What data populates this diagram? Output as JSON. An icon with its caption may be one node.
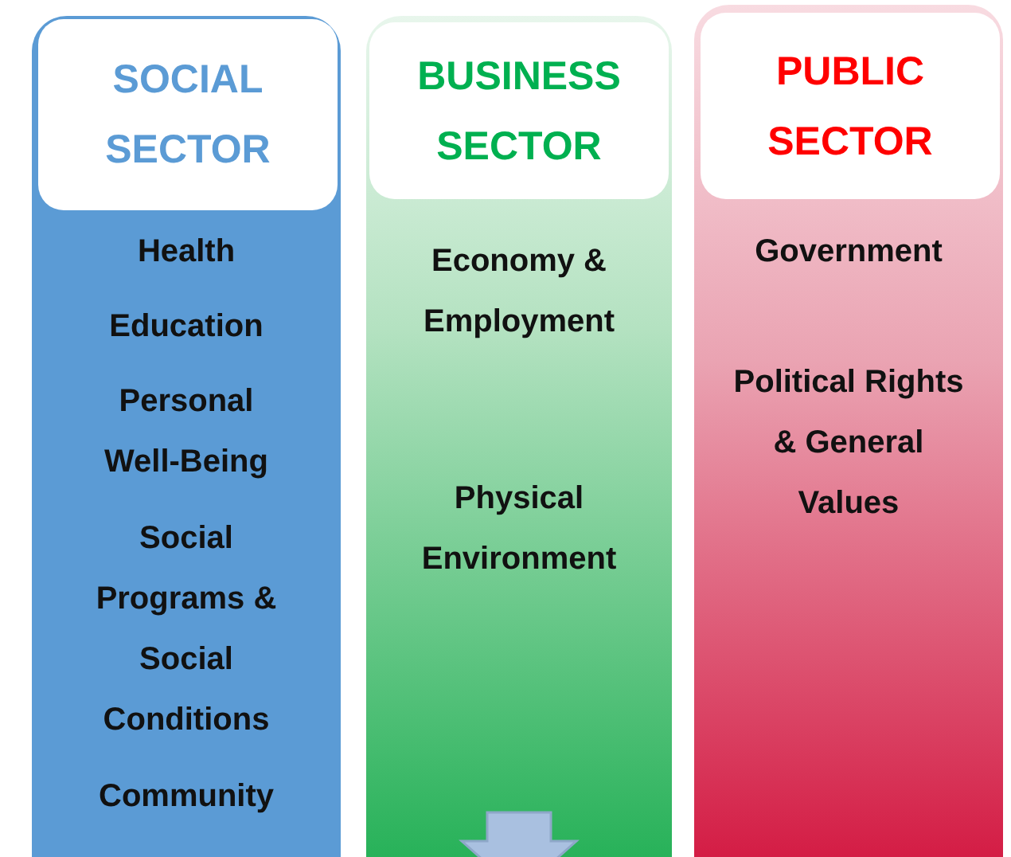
{
  "diagram": {
    "nodes": [
      {
        "text": [
          "SOCIAL SECTOR",
          "Health",
          "Education",
          "Personal Well-Being",
          "Social Programs & Social Conditions",
          "Community"
        ]
      },
      {
        "text": [
          "BUSINESS SECTOR",
          "Economy & Employment",
          "Physical Environment"
        ]
      },
      {
        "text": [
          "PUBLIC SECTOR",
          "Government",
          "Political Rights & General Values"
        ]
      }
    ]
  }
}
